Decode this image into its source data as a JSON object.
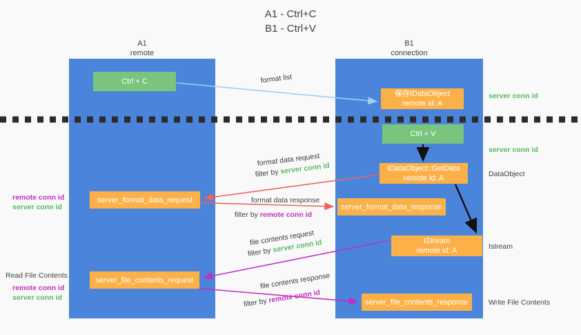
{
  "title": {
    "line1": "A1 - Ctrl+C",
    "line2": "B1 - Ctrl+V"
  },
  "columns": [
    {
      "name": "A1",
      "sub": "remote"
    },
    {
      "name": "B1",
      "sub": "connection"
    }
  ],
  "boxes": {
    "ctrl_c": "Ctrl + C",
    "ctrl_v": "Ctrl + V",
    "save_dataobject_l1": "保存IDataObject",
    "save_dataobject_l2": "remote id: A",
    "getdata_l1": "IDataObject::GetData",
    "getdata_l2": "remote id: A",
    "istream_l1": "IStream",
    "istream_l2": "remote id: A",
    "server_format_data_request": "server_format_data_request",
    "server_format_data_response": "server_format_data_response",
    "server_file_contents_request": "server_file_contents_request",
    "server_file_contents_response": "server_file_contents_response"
  },
  "edge_labels": {
    "format_list": "format list",
    "format_data_request": "format data request",
    "format_data_request_filter_prefix": "filter by ",
    "format_data_request_filter_key": "server conn id",
    "format_data_response": "format data response",
    "format_data_response_filter_prefix": "filter by ",
    "format_data_response_filter_key": "remote conn id",
    "file_contents_request": "file contents request",
    "file_contents_request_filter_prefix": "filter by ",
    "file_contents_request_filter_key": "server conn id",
    "file_contents_response": "file contents response",
    "file_contents_response_filter_prefix": "filter by ",
    "file_contents_response_filter_key": "remote conn id"
  },
  "right_annotations": {
    "server_conn_id_top": "server conn id",
    "server_conn_id_second": "server conn id",
    "dataobject": "DataObject",
    "istream": "Istream",
    "write_file_contents": "Write File Contents"
  },
  "left_annotations": {
    "remote_conn_id_1": "remote conn id",
    "server_conn_id_1": "server conn id",
    "read_file_contents": "Read File Contents",
    "remote_conn_id_2": "remote conn id",
    "server_conn_id_2": "server conn id"
  },
  "colors": {
    "column": "#4a85db",
    "green_box": "#7ac47e",
    "orange_box": "#fbb148",
    "background": "#f9f9f9",
    "arrow_format_list": "#9fcdf0",
    "arrow_format_data": "#e8665f",
    "arrow_file_contents": "#c030c0",
    "arrow_internal": "#111111",
    "green_text": "#57bb63",
    "purple_text": "#c030c0",
    "divider": "#2b2b2b"
  }
}
